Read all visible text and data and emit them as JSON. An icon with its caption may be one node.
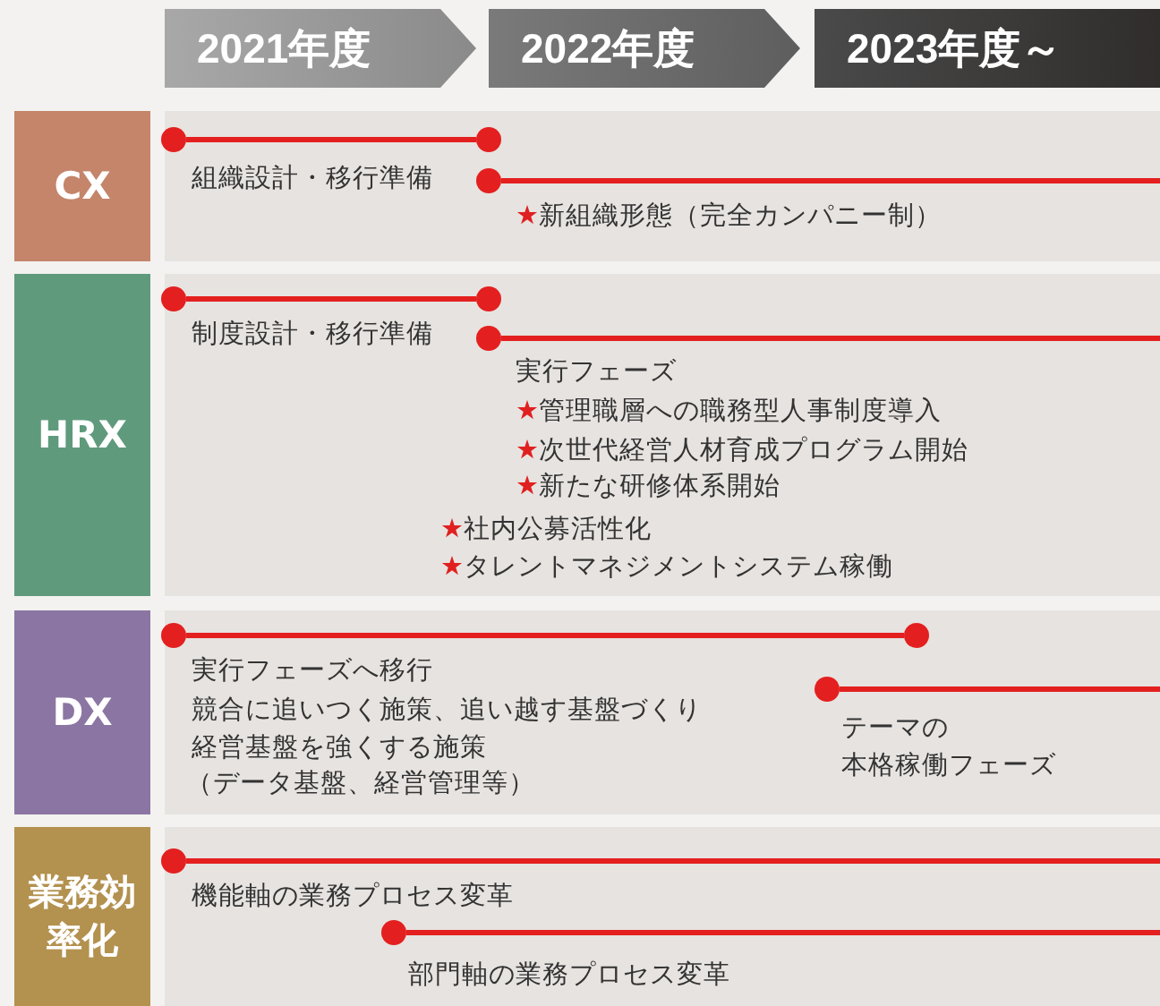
{
  "diagram": {
    "nodes": [
      {
        "text": [
          "2021年度"
        ]
      },
      {
        "text": [
          "2022年度"
        ]
      },
      {
        "text": [
          "2023年度～"
        ]
      },
      {
        "text": [
          "CX"
        ]
      },
      {
        "text": [
          "HRX"
        ]
      },
      {
        "text": [
          "DX"
        ]
      },
      {
        "text": [
          "業務効率化"
        ]
      },
      {
        "text": [],
        "shape": "circle"
      },
      {
        "text": [],
        "shape": "circle"
      },
      {
        "text": [],
        "shape": "circle"
      },
      {
        "text": [],
        "shape": "circle"
      },
      {
        "text": [],
        "shape": "circle"
      },
      {
        "text": [],
        "shape": "circle"
      },
      {
        "text": [],
        "shape": "circle"
      },
      {
        "text": [],
        "shape": "circle"
      },
      {
        "text": [],
        "shape": "circle"
      },
      {
        "text": [],
        "shape": "circle"
      },
      {
        "text": [],
        "shape": "circle"
      }
    ],
    "edges": [
      {
        "from": 7,
        "to": 8,
        "arrow": "none"
      },
      {
        "from": 9,
        "to": null,
        "arrow": "none"
      },
      {
        "from": 10,
        "to": 11,
        "arrow": "none"
      },
      {
        "from": 12,
        "to": null,
        "arrow": "none"
      },
      {
        "from": 13,
        "to": 14,
        "arrow": "none"
      },
      {
        "from": 15,
        "to": null,
        "arrow": "none"
      },
      {
        "from": 16,
        "to": null,
        "arrow": "none"
      },
      {
        "from": 17,
        "to": null,
        "arrow": "none"
      }
    ],
    "labels": [
      "組織設計・移行準備",
      "★新組織形態（完全カンパニー制）",
      "制度設計・移行準備",
      "実行フェーズ",
      "★管理職層への職務型人事制度導入",
      "★次世代経営人材育成プログラム開始",
      "★新たな研修体系開始",
      "★社内公募活性化",
      "★タレントマネジメントシステム稼働",
      "実行フェーズへ移行",
      "競合に追いつく施策、追い越す基盤づくり",
      "経営基盤を強くする施策",
      "（データ基盤、経営管理等）",
      "テーマの",
      "本格稼働フェーズ",
      "機能軸の業務プロセス変革",
      "部門軸の業務プロセス変革"
    ]
  }
}
